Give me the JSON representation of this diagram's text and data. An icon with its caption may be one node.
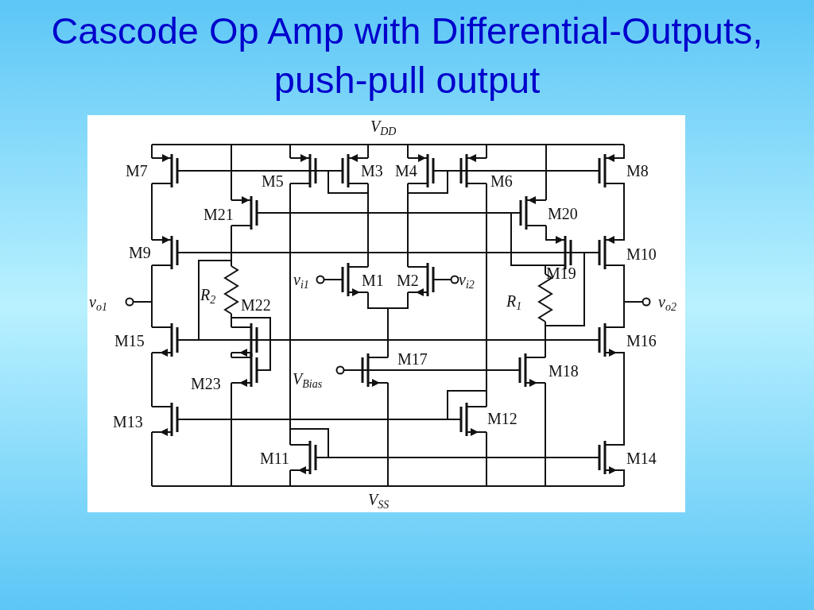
{
  "diagram": {
    "title": "Cascode Op Amp with Differential-Outputs, push-pull output",
    "labels": [
      "V$_{DD}$",
      "M7",
      "M5",
      "M3",
      "M4",
      "M6",
      "M8",
      "M21",
      "M20",
      "M9",
      "M10",
      "M19",
      "v$_{i1}$",
      "M1",
      "M2",
      "v$_{i2}$",
      "v$_{o1}$",
      "R$_{2}$",
      "M22",
      "R$_{1}$",
      "v$_{o2}$",
      "M15",
      "M16",
      "M17",
      "M18",
      "M23",
      "V$_{Bias}$",
      "M13",
      "M12",
      "M11",
      "M14",
      "V$_{SS}$"
    ]
  }
}
